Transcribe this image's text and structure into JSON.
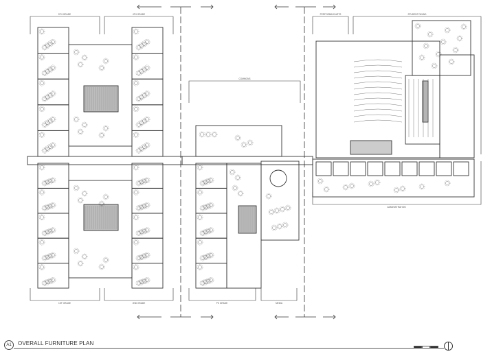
{
  "drawing": {
    "tag": "A1",
    "title": "OVERALL FURNITURE PLAN"
  },
  "labels": {
    "top_left_1": "5TH GRADE",
    "top_left_2": "4TH GRADE",
    "gym": "COMMONS",
    "performing_arts": "PERFORMING ARTS",
    "dining": "STUDENT DINING",
    "bottom_left_1": "1ST GRADE",
    "bottom_left_2": "2ND GRADE",
    "bottom_mid": "PK GRADE",
    "media": "MEDIA",
    "administration": "ADMINISTRATION"
  },
  "colors": {
    "line": "#333333",
    "hatch": "#9a9a9a",
    "furniture": "#555555"
  }
}
